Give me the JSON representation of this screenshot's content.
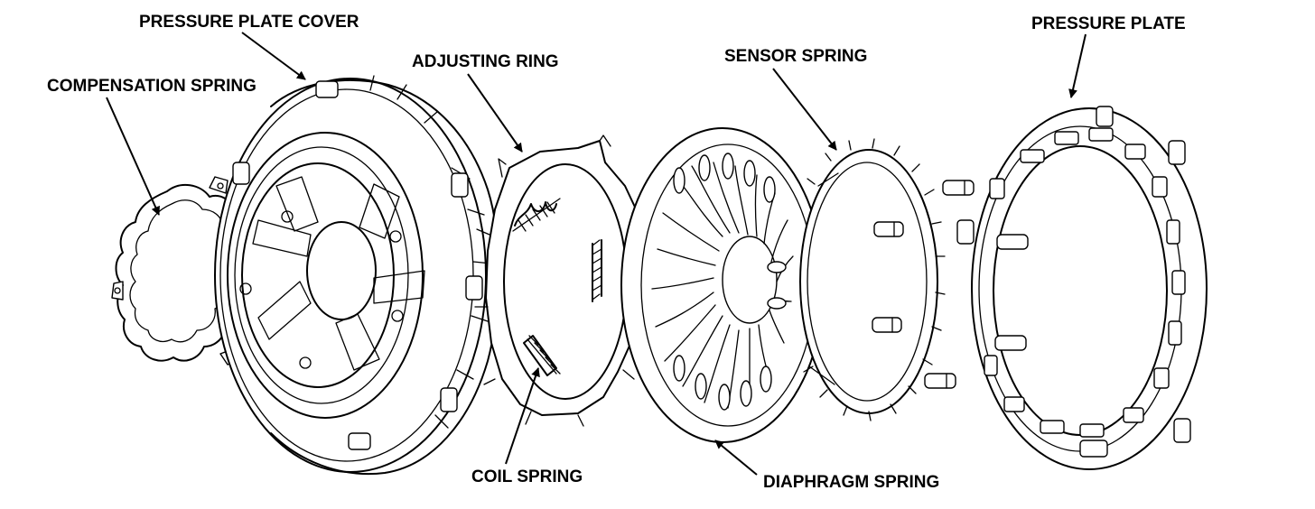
{
  "labels": {
    "pressure_plate_cover": "PRESSURE PLATE COVER",
    "compensation_spring": "COMPENSATION SPRING",
    "adjusting_ring": "ADJUSTING RING",
    "sensor_spring": "SENSOR SPRING",
    "pressure_plate": "PRESSURE PLATE",
    "coil_spring": "COIL SPRING",
    "diaphragm_spring": "DIAPHRAGM SPRING"
  }
}
